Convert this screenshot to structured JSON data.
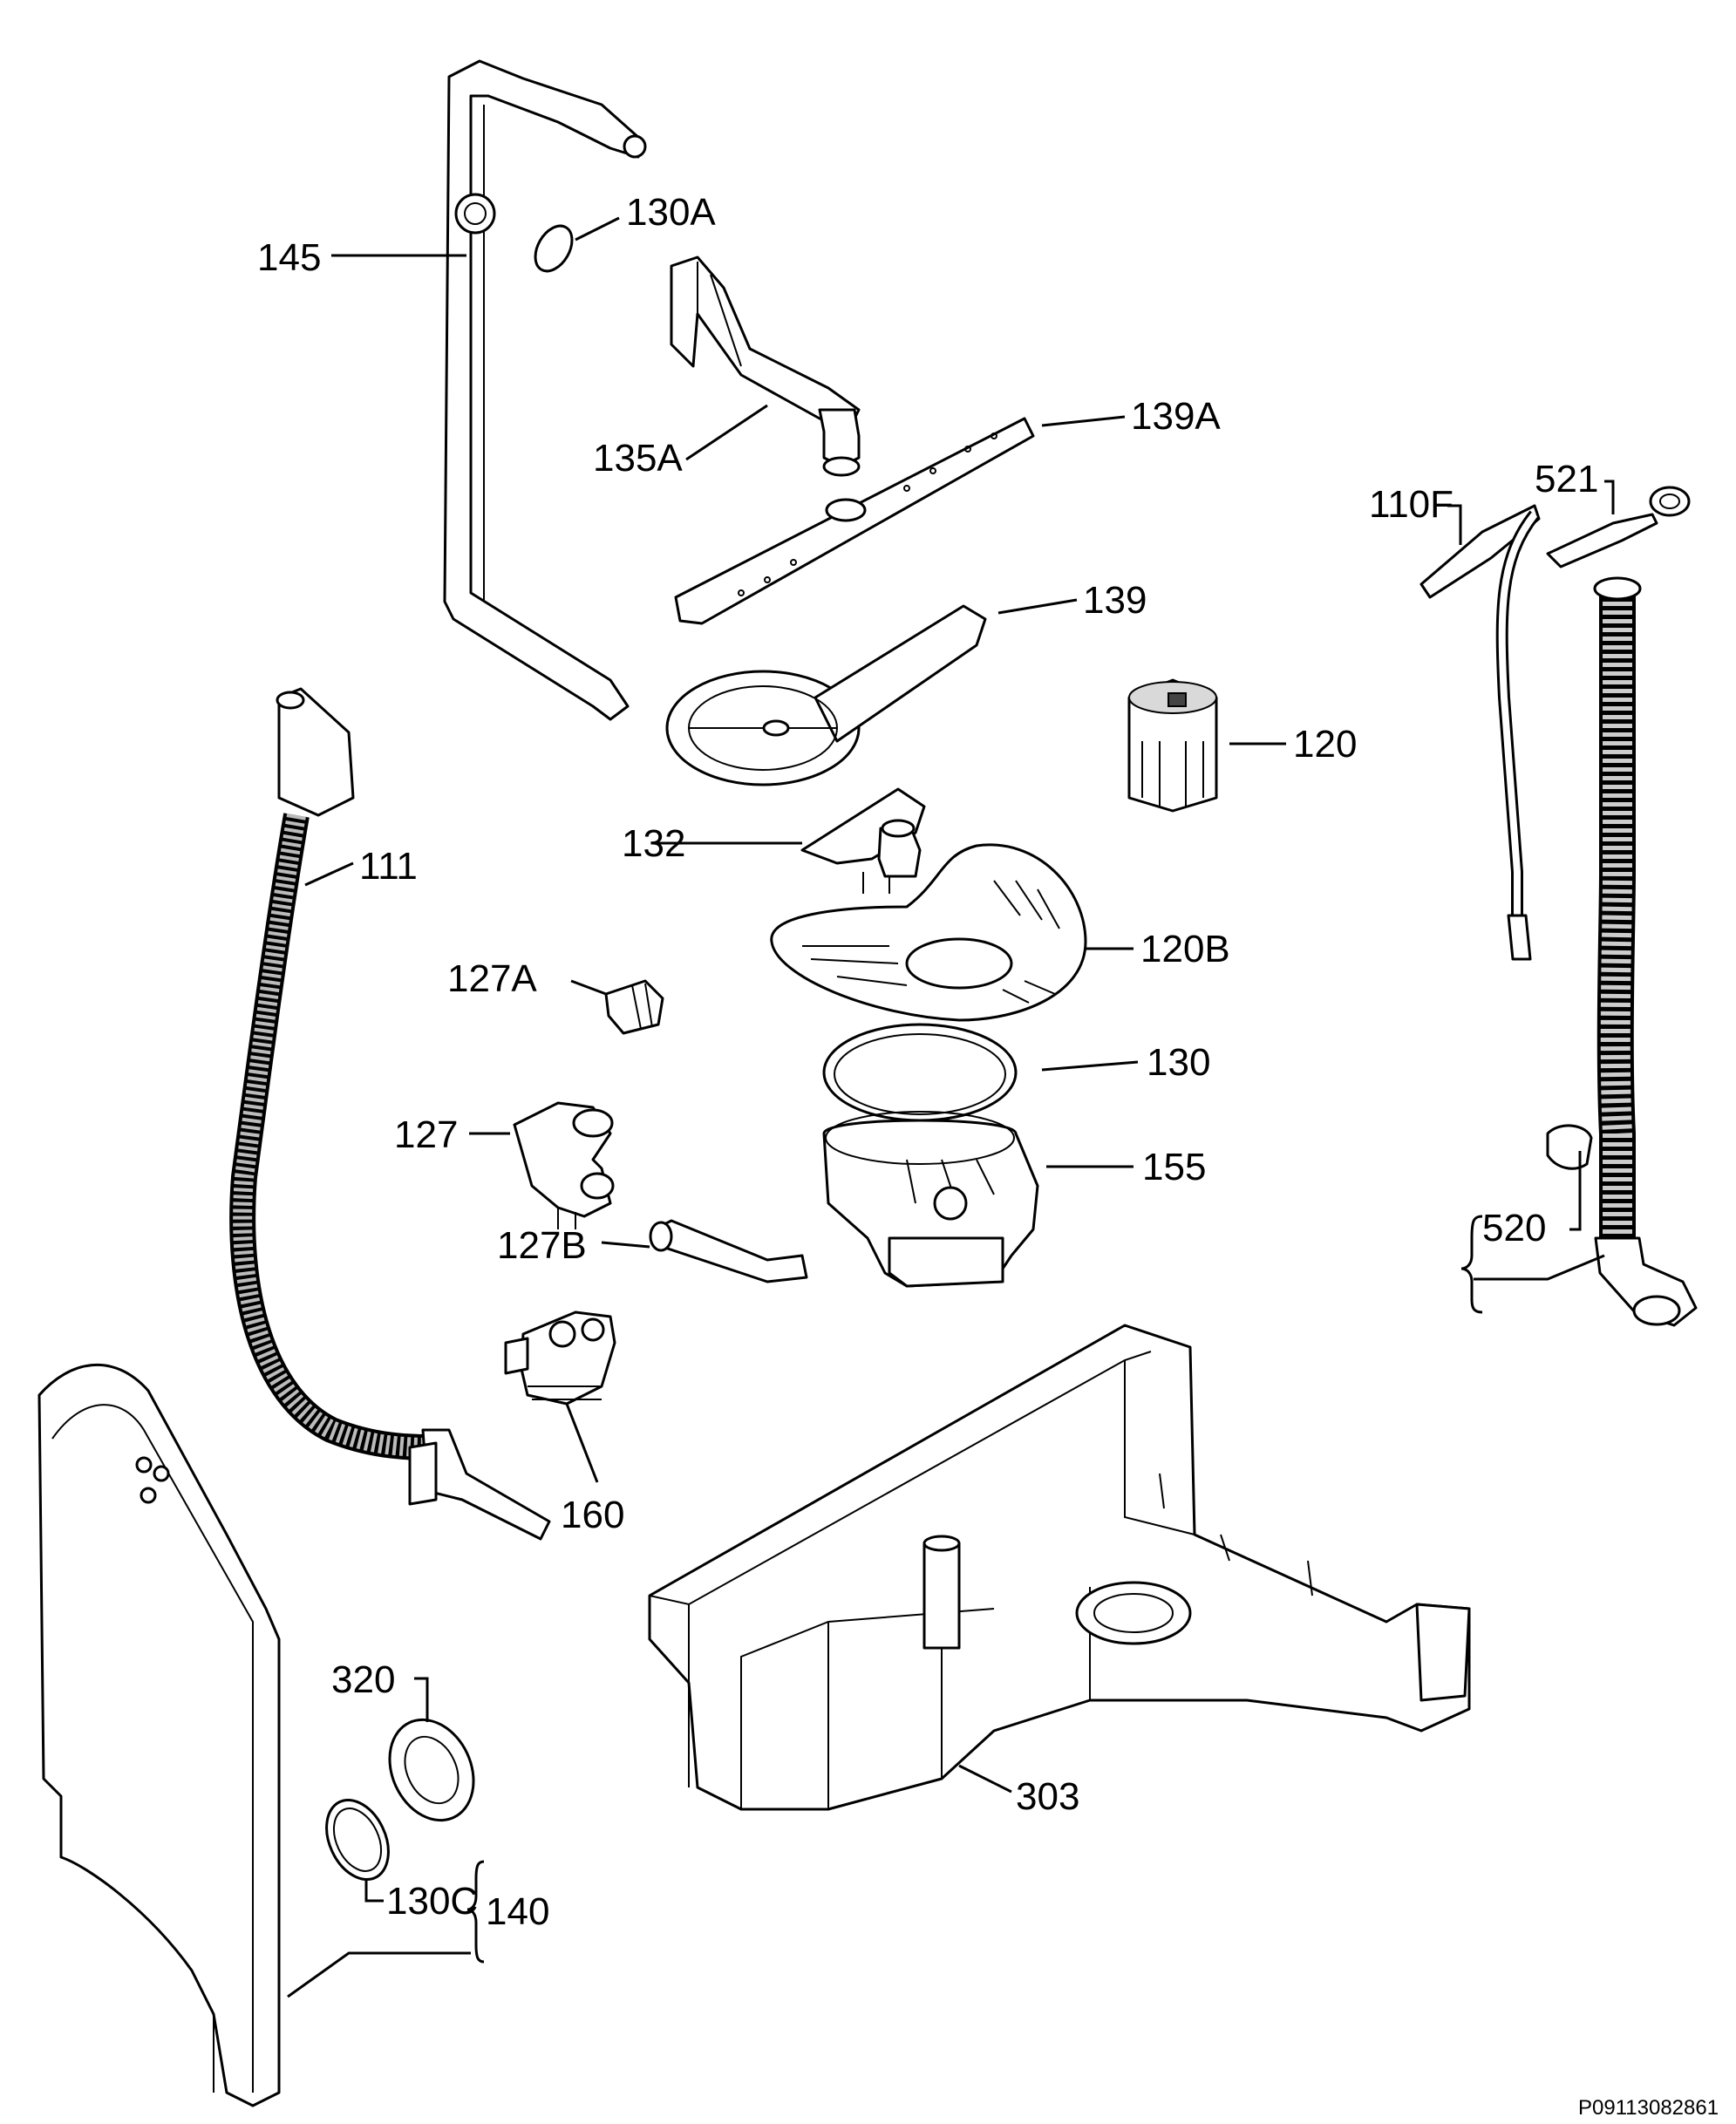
{
  "labels": {
    "l145": "145",
    "l130A": "130A",
    "l135A": "135A",
    "l139A": "139A",
    "l139": "139",
    "l110F": "110F",
    "l521": "521",
    "l120": "120",
    "l111": "111",
    "l132": "132",
    "l120B": "120B",
    "l127A": "127A",
    "l130": "130",
    "l127": "127",
    "l155": "155",
    "l127B": "127B",
    "l520": "520",
    "l160": "160",
    "l320": "320",
    "l303": "303",
    "l130C": "130C",
    "l140": "140"
  },
  "drawing_code": "P09113082861"
}
